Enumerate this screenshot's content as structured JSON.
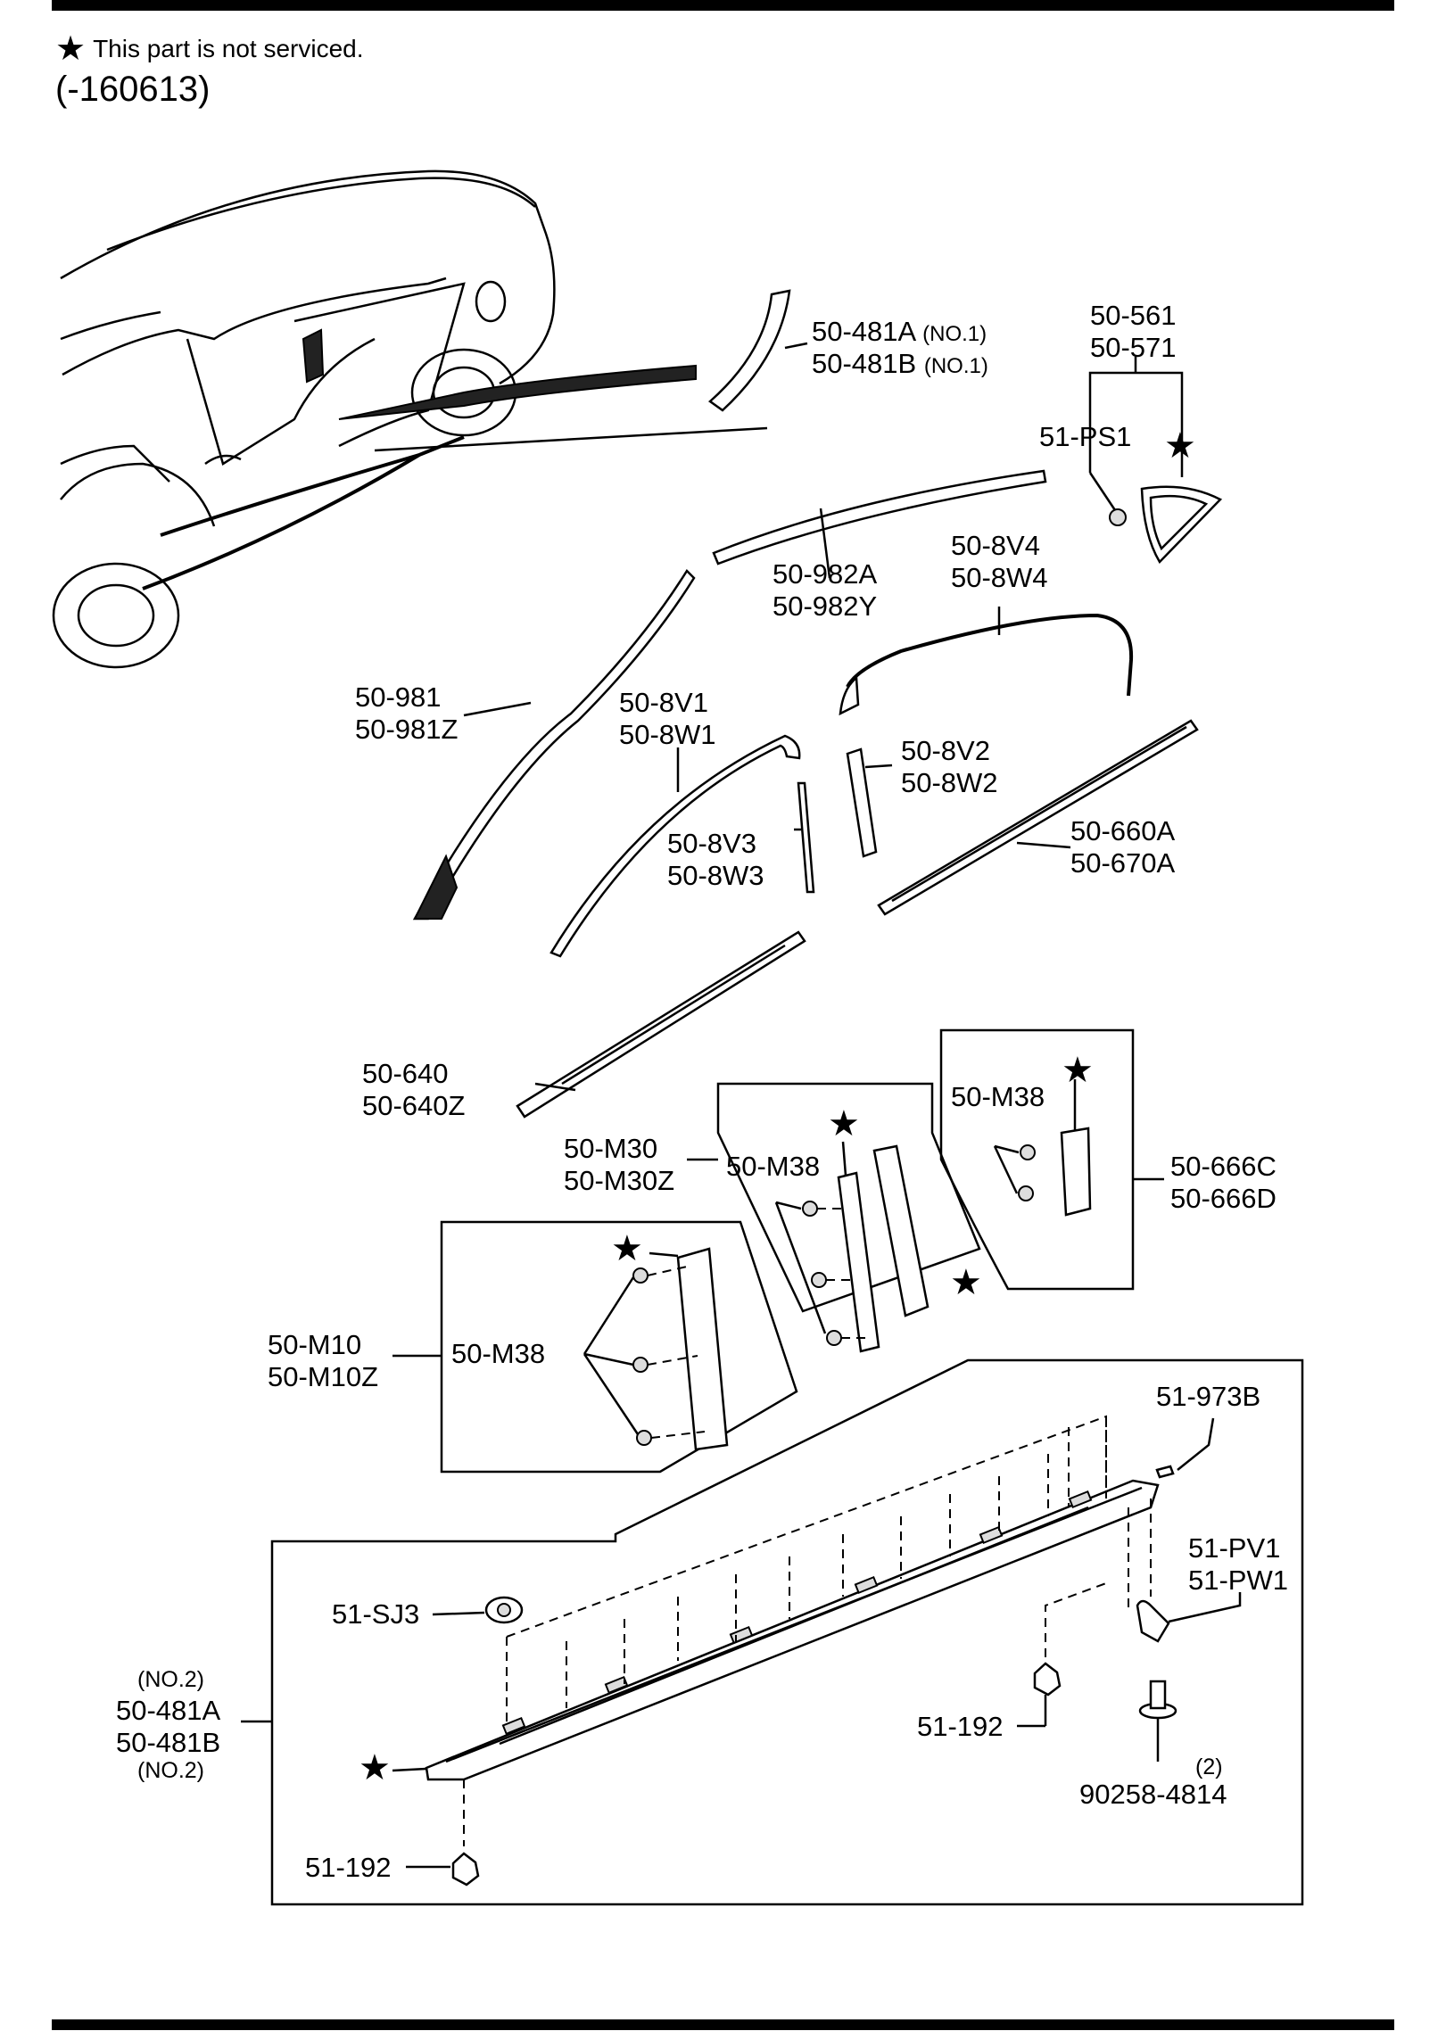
{
  "header": {
    "note_symbol": "★",
    "note_text": "This part is not serviced.",
    "period": "(-160613)"
  },
  "labels": {
    "p50_481A_1": "50-481A",
    "p50_481A_1_sub": "(NO.1)",
    "p50_481B_1": "50-481B",
    "p50_481B_1_sub": "(NO.1)",
    "p50_561": "50-561",
    "p50_571": "50-571",
    "p51_PS1": "51-PS1",
    "p50_982A": "50-982A",
    "p50_982Y": "50-982Y",
    "p50_8V4": "50-8V4",
    "p50_8W4": "50-8W4",
    "p50_981": "50-981",
    "p50_981Z": "50-981Z",
    "p50_8V1": "50-8V1",
    "p50_8W1": "50-8W1",
    "p50_8V2": "50-8V2",
    "p50_8W2": "50-8W2",
    "p50_8V3": "50-8V3",
    "p50_8W3": "50-8W3",
    "p50_660A": "50-660A",
    "p50_670A": "50-670A",
    "p50_640": "50-640",
    "p50_640Z": "50-640Z",
    "p50_M38_a": "50-M38",
    "p50_M38_b": "50-M38",
    "p50_M38_c": "50-M38",
    "p50_666C": "50-666C",
    "p50_666D": "50-666D",
    "p50_M30": "50-M30",
    "p50_M30Z": "50-M30Z",
    "p50_M10": "50-M10",
    "p50_M10Z": "50-M10Z",
    "p51_973B": "51-973B",
    "p51_SJ3": "51-SJ3",
    "p51_PV1": "51-PV1",
    "p51_PW1": "51-PW1",
    "no2_top": "(NO.2)",
    "p50_481A_2": "50-481A",
    "p50_481B_2": "50-481B",
    "no2_bottom": "(NO.2)",
    "p51_192_a": "51-192",
    "p51_192_b": "51-192",
    "qty_2": "(2)",
    "p90258_4814": "90258-4814"
  },
  "star_symbol": "★"
}
